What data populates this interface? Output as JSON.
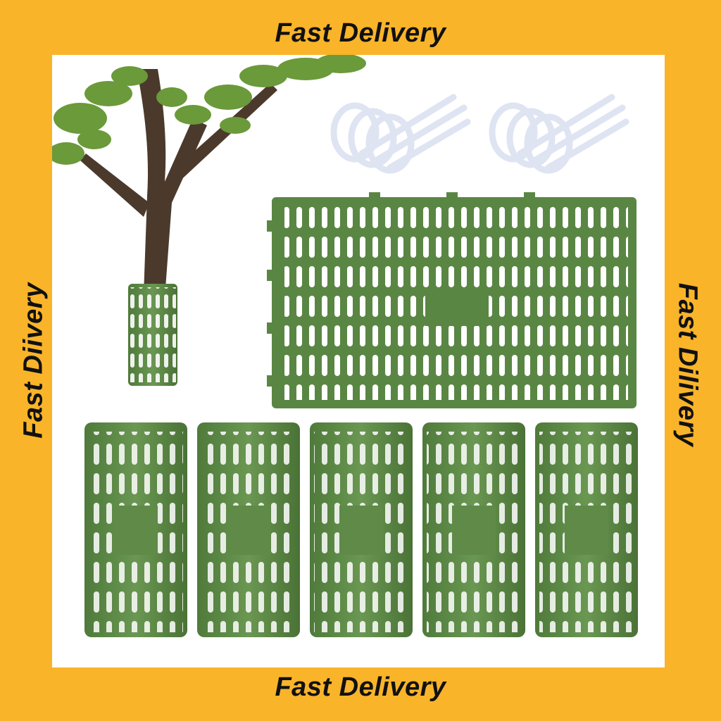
{
  "banners": {
    "top": "Fast Delivery",
    "bottom": "Fast Delivery",
    "left": "Fast Diivery",
    "right": "Fast Dilivery"
  },
  "colors": {
    "frame": "#f9b42a",
    "panel": "#ffffff",
    "guard_green": "#5f8a48",
    "guard_dark": "#4a7236",
    "slot": "#ffffff",
    "bark": "#4b3a2c",
    "leaf": "#6a9a3a",
    "tie": "#e8ecf6"
  },
  "product": {
    "guard_count": 5,
    "cable_tie_bundles": 2,
    "icons": [
      "tree-icon",
      "cable-tie-icon",
      "flat-guard-panel-icon",
      "rolled-guard-icon"
    ]
  }
}
